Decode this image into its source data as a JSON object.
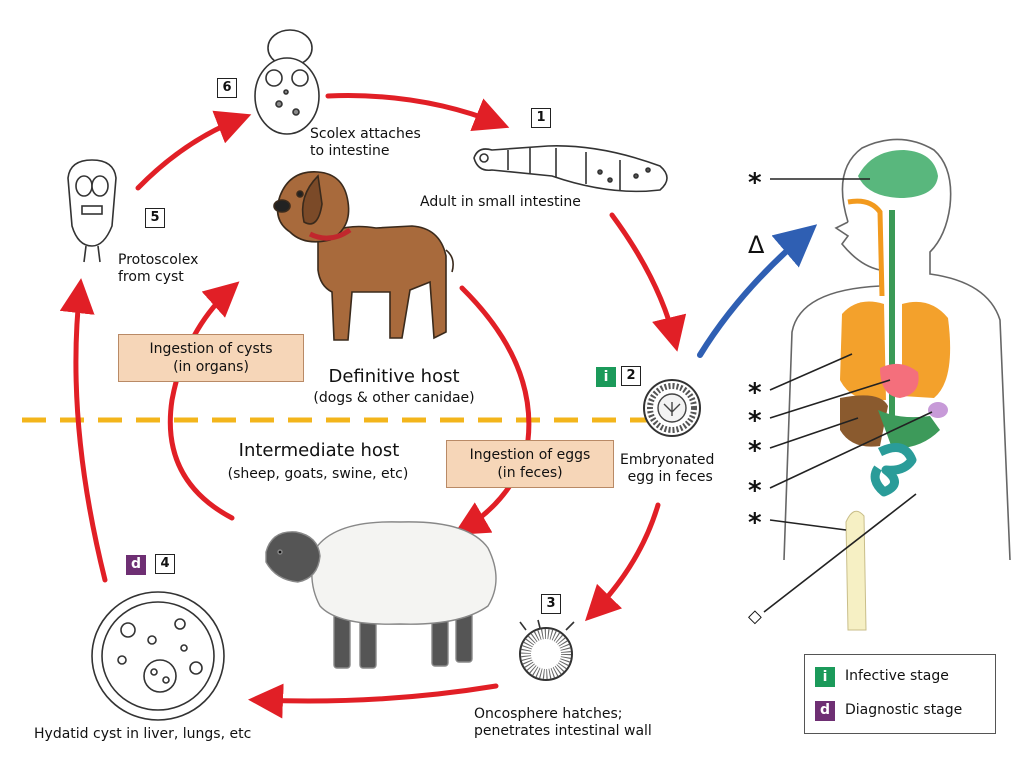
{
  "stages": {
    "s1": {
      "num": "1",
      "line1": "Adult in small intestine"
    },
    "s2": {
      "num": "2",
      "badge": "i",
      "line1": "Embryonated",
      "line2": "egg in feces"
    },
    "s3": {
      "num": "3",
      "line1": "Oncosphere hatches;",
      "line2": "penetrates intestinal wall"
    },
    "s4": {
      "num": "4",
      "badge": "d",
      "line1": "Hydatid cyst in liver, lungs, etc"
    },
    "s5": {
      "num": "5",
      "line1": "Protoscolex",
      "line2": "from cyst"
    },
    "s6": {
      "num": "6",
      "line1": "Scolex attaches",
      "line2": "to intestine"
    }
  },
  "boxes": {
    "ingestion_cysts": {
      "line1": "Ingestion of cysts",
      "line2": "(in organs)"
    },
    "ingestion_eggs": {
      "line1": "Ingestion of eggs",
      "line2": "(in feces)"
    }
  },
  "hosts": {
    "definitive": {
      "title": "Definitive host",
      "subtitle": "(dogs & other canidae)"
    },
    "intermediate": {
      "title": "Intermediate host",
      "subtitle": "(sheep, goats, swine, etc)"
    }
  },
  "human_markers": {
    "asterisk": "*",
    "delta": "Δ",
    "diamond": "◇"
  },
  "legend": {
    "infective_badge": "i",
    "infective_label": "Infective stage",
    "diagnostic_badge": "d",
    "diagnostic_label": "Diagnostic stage"
  },
  "colors": {
    "cycle_arrow": "#e11f26",
    "human_arrow": "#2f5fb3",
    "host_divider": "#f3b51b",
    "infective": "#1b9a5a",
    "diagnostic": "#6e2f73",
    "ingestion_box": "#f6d6b8"
  }
}
